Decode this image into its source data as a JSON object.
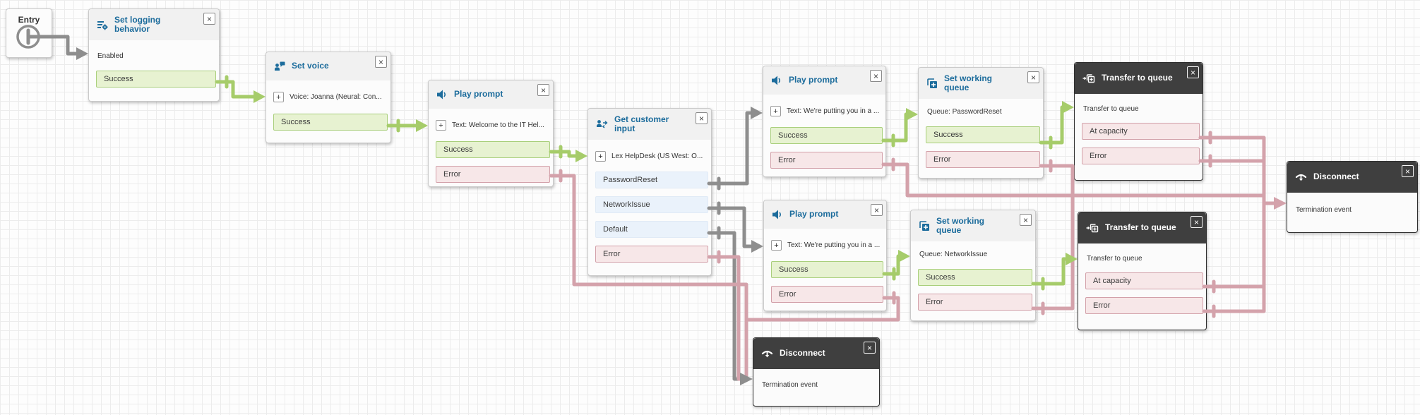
{
  "ui": {
    "close_label": "×",
    "expand_label": "+"
  },
  "colors": {
    "success_branch": "#a6cc6a",
    "error_branch": "#d4a2ab",
    "default_branch": "#8e8e8e",
    "title_accent": "#1c6c9c",
    "dark_header": "#3f3f3f"
  },
  "blocks": {
    "entry": {
      "label": "Entry"
    },
    "set_logging": {
      "title": "Set logging behavior",
      "param": "Enabled",
      "success": "Success"
    },
    "set_voice": {
      "title": "Set voice",
      "param": "Voice: Joanna (Neural: Con...",
      "success": "Success"
    },
    "play_prompt_welcome": {
      "title": "Play prompt",
      "param": "Text: Welcome to the IT Hel...",
      "success": "Success",
      "error": "Error"
    },
    "get_customer_input": {
      "title": "Get customer input",
      "param": "Lex HelpDesk (US West: O...",
      "password_reset": "PasswordReset",
      "network_issue": "NetworkIssue",
      "default": "Default",
      "error": "Error"
    },
    "play_prompt_password": {
      "title": "Play prompt",
      "param": "Text: We're putting you in a ...",
      "success": "Success",
      "error": "Error"
    },
    "set_working_queue_password": {
      "title": "Set working queue",
      "param": "Queue: PasswordReset",
      "success": "Success",
      "error": "Error"
    },
    "transfer_password": {
      "title": "Transfer to queue",
      "param": "Transfer to queue",
      "at_capacity": "At capacity",
      "error": "Error"
    },
    "play_prompt_network": {
      "title": "Play prompt",
      "param": "Text: We're putting you in a ...",
      "success": "Success",
      "error": "Error"
    },
    "set_working_queue_network": {
      "title": "Set working queue",
      "param": "Queue: NetworkIssue",
      "success": "Success",
      "error": "Error"
    },
    "transfer_network": {
      "title": "Transfer to queue",
      "param": "Transfer to queue",
      "at_capacity": "At capacity",
      "error": "Error"
    },
    "disconnect_main": {
      "title": "Disconnect",
      "param": "Termination event"
    },
    "disconnect_error": {
      "title": "Disconnect",
      "param": "Termination event"
    }
  }
}
